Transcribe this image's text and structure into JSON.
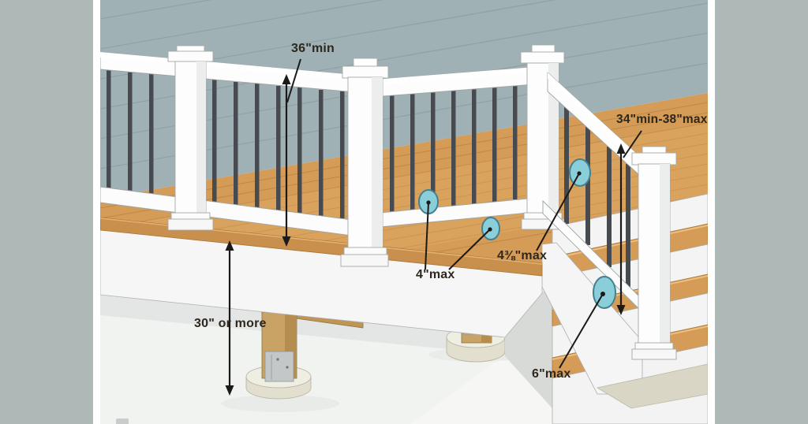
{
  "page": {
    "background_color": "#aeb9b7",
    "panel_color": "#ffffff"
  },
  "diagram": {
    "labels": [
      {
        "id": "guard-height",
        "text": "36\"min"
      },
      {
        "id": "stair-rail-height",
        "text": "34\"min-38\"max"
      },
      {
        "id": "baluster-gap",
        "text": "4\"max"
      },
      {
        "id": "stair-baluster-gap",
        "text": "4⅜\"max"
      },
      {
        "id": "stair-side-opening",
        "text": "6\"max"
      },
      {
        "id": "deck-height",
        "text": "30\" or more"
      }
    ],
    "colors": {
      "wall_siding": "#9fb1b4",
      "decking": "#d59c57",
      "railing": "#ffffff",
      "balusters": "#474b4f",
      "callout_circle": "#89ced9",
      "annotation": "#1c1a18",
      "label_text": "#2e271e"
    }
  }
}
